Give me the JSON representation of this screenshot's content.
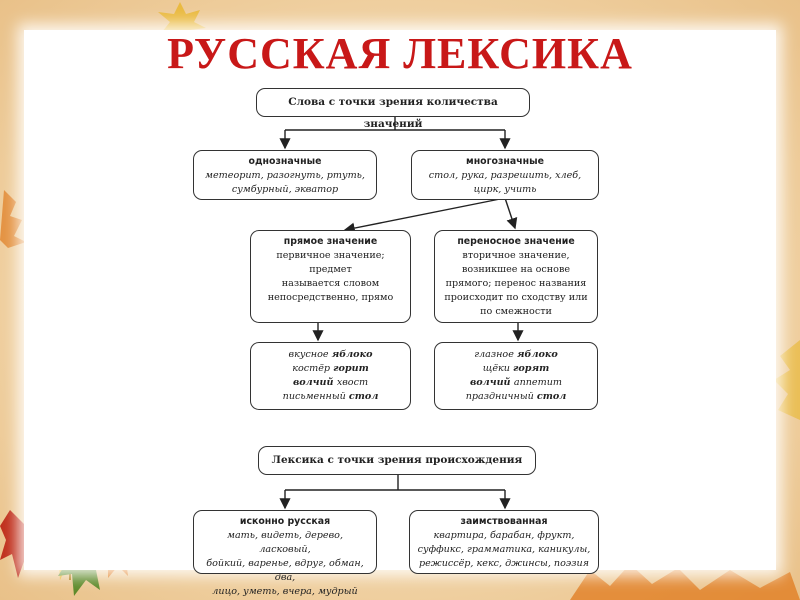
{
  "title": "РУССКАЯ ЛЕКСИКА",
  "meaning": {
    "root": "Слова с точки зрения количества значений",
    "single": {
      "label": "однозначные",
      "examples": [
        "метеорит, разогнуть, ртуть,",
        "сумбурный, экватор"
      ]
    },
    "multi": {
      "label": "многозначные",
      "examples": [
        "стол, рука, разрешить, хлеб,",
        "цирк, учить"
      ]
    },
    "direct": {
      "label": "прямое значение",
      "desc": [
        "первичное значение; предмет",
        "называется словом",
        "непосредственно, прямо"
      ]
    },
    "figurative": {
      "label": "переносное значение",
      "desc": [
        "вторичное значение,",
        "возникшее на основе",
        "прямого; перенос названия",
        "происходит по сходству или",
        "по смежности"
      ]
    },
    "direct_examples": [
      [
        "вкусное ",
        "яблоко"
      ],
      [
        "костёр ",
        "горит"
      ],
      [
        "волчий ",
        "хвост"
      ],
      [
        "письменный ",
        "стол"
      ]
    ],
    "figurative_examples": [
      [
        "глазное ",
        "яблоко"
      ],
      [
        "щёки ",
        "горят"
      ],
      [
        "волчий ",
        "аппетит"
      ],
      [
        "праздничный ",
        "стол"
      ]
    ]
  },
  "origin": {
    "root": "Лексика с точки зрения происхождения",
    "native": {
      "label": "исконно русская",
      "examples": [
        "мать, видеть, дерево, ласковый,",
        "бойкий, варенье, вдруг, обман, два,",
        "лицо, уметь, вчера, мудрый"
      ]
    },
    "borrowed": {
      "label": "заимствованная",
      "examples": [
        "квартира, барабан, фрукт,",
        "суффикс, грамматика, каникулы,",
        "режиссёр, кекс, джинсы, поэзия"
      ]
    }
  },
  "colors": {
    "title": "#c81818",
    "frame": "#efcf9f",
    "leaf_orange": "#e07a1c",
    "leaf_red": "#c0301c",
    "leaf_yellow": "#e8b52a",
    "leaf_green": "#5e8a2a"
  }
}
